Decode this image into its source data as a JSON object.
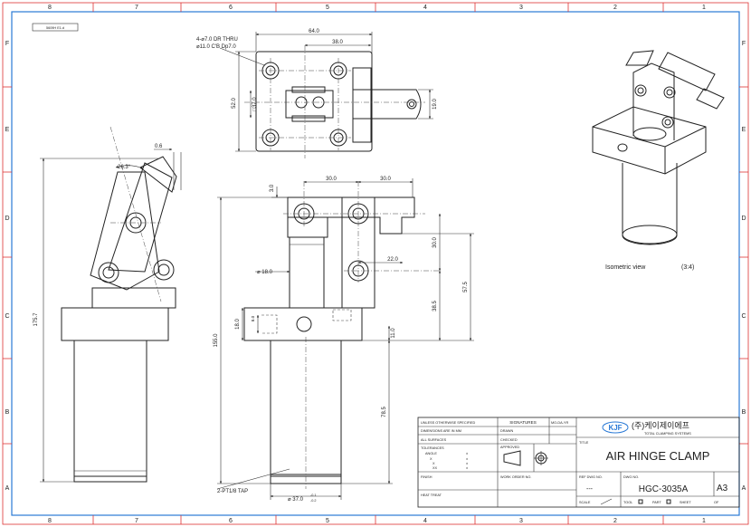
{
  "zones": {
    "columns": [
      "8",
      "7",
      "6",
      "5",
      "4",
      "3",
      "2",
      "1"
    ],
    "rows": [
      "F",
      "E",
      "D",
      "C",
      "B",
      "A"
    ]
  },
  "stamp": "5609H E1.d",
  "top_view": {
    "hole_callout_1": "4-⌀7.0 DR THRU",
    "hole_callout_2": "⌀11.0 C'B Dp7.0",
    "dim_width": "64.0",
    "dim_hole_pitch": "38.0",
    "dim_height": "52.0",
    "dim_square": "□37.0",
    "dim_arm": "19.0"
  },
  "side_view": {
    "dim_gap": "0.6",
    "dim_angle": "26.3°",
    "dim_total_height": "175.7"
  },
  "front_view": {
    "dim_top": "3.0",
    "dim_pitch_a": "30.0",
    "dim_pitch_b": "30.0",
    "dim_pin_height": "30.0",
    "dim_reach": "22.0",
    "dim_rod": "⌀ 18.0",
    "dim_stroke": "57.5",
    "dim_pivot": "38.5",
    "dim_body_height": "155.0",
    "dim_flange": "18.0",
    "dim_port_offset": "8.0",
    "dim_flange_thk": "11.0",
    "dim_cyl_len": "78.5",
    "port_label": "2-PT1/8 TAP",
    "dim_cyl_dia": "⌀ 37.0",
    "tol_upper": "-0.1",
    "tol_lower": "-0.2"
  },
  "iso": {
    "caption": "Isometric view",
    "scale": "(3:4)"
  },
  "title_block": {
    "unless": "UNLESS OTHERWISE SPECIFIED",
    "dims_mm": "DIMENSIONS ARE IN MM",
    "all_surfaces": "ALL SURFACES",
    "tolerances": "TOLERANCES",
    "angle": "ANGLE",
    "tol_rows": [
      {
        "label": "X",
        "value": "±"
      },
      {
        "label": "X",
        "value": "±"
      },
      {
        "label": "XX",
        "value": "±"
      }
    ],
    "finish": "FINISH",
    "heat_treat": "HEAT TREAT",
    "signatures": "SIGNATURES",
    "mo_da_yr": "MO-DA-YR",
    "drawn": "DRAWN",
    "checked": "CHECKED",
    "approved": "APPROVED",
    "work_order": "WORK ORDER NO.",
    "logo": "KJF",
    "company_kr": "(주)케이제이에프",
    "company_en": "TOTAL CLAMPING SYSTEMS",
    "title_label": "TITLE",
    "title": "AIR HINGE CLAMP",
    "ref_dwg_label": "REF DWG NO.",
    "ref_dwg": "---",
    "dwg_no_label": "DWG NO.",
    "dwg_no": "HGC-3035A",
    "size": "A3",
    "scale_label": "SCALE",
    "tool": "TOOL",
    "part": "PART",
    "sheet": "SHEET",
    "of": "OF"
  }
}
